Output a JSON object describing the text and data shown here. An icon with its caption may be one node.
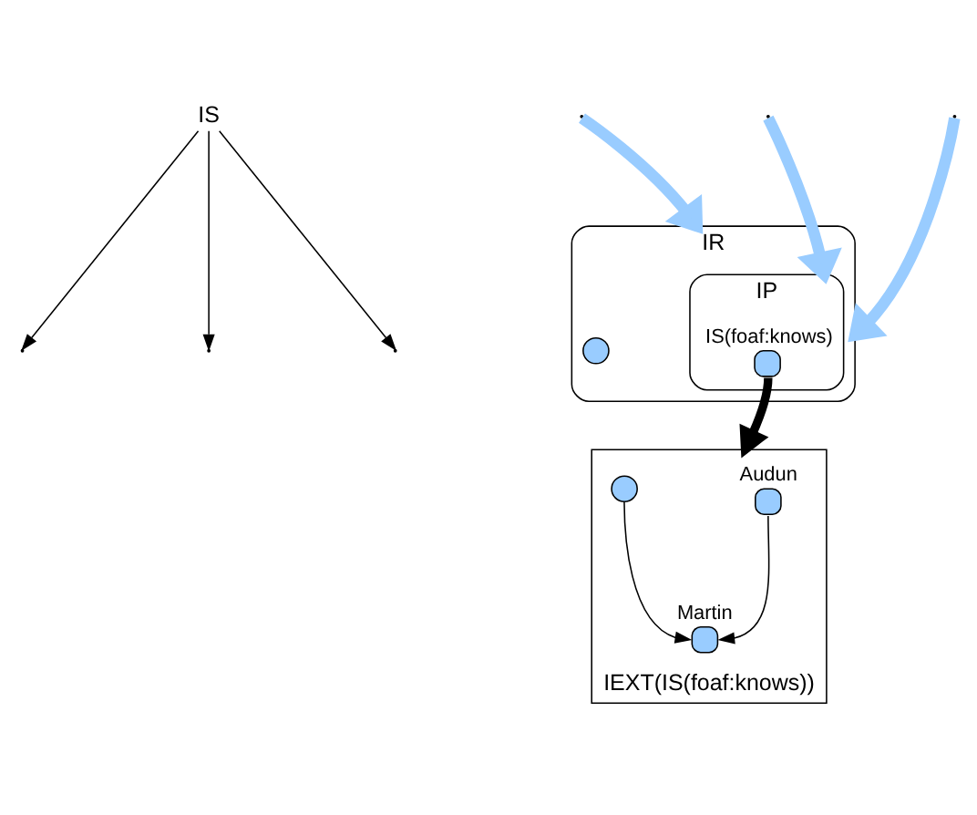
{
  "diagram": {
    "nodes": [
      {
        "text": [
          "IS"
        ]
      },
      {
        "text": [
          "IR"
        ]
      },
      {
        "text": [
          "IP"
        ],
        "in": 1
      },
      {
        "text": [
          "IEXT(IS(foaf:knows))"
        ]
      },
      {
        "text": [],
        "shape": "circle",
        "beside": [
          "Audun"
        ],
        "in": 3
      },
      {
        "text": [],
        "shape": "circle",
        "beside": [
          "Martin"
        ],
        "in": 3
      },
      {
        "text": [],
        "shape": "circle",
        "in": 3
      },
      {
        "text": [],
        "shape": "circle",
        "in": 1
      },
      {
        "text": [],
        "shape": "circle",
        "beside": [
          "IS(foaf:knows)"
        ],
        "in": 2
      }
    ],
    "edges": [
      {
        "from": 0,
        "to": null,
        "arrow": "to",
        "color": "#000000"
      },
      {
        "from": 0,
        "to": null,
        "arrow": "to",
        "color": "#000000"
      },
      {
        "from": 0,
        "to": null,
        "arrow": "to",
        "color": "#000000"
      },
      {
        "from": null,
        "to": 1,
        "arrow": "to",
        "style": "thick",
        "color": "#99ccff"
      },
      {
        "from": null,
        "to": 2,
        "arrow": "to",
        "style": "thick",
        "color": "#99ccff"
      },
      {
        "from": null,
        "to": 1,
        "arrow": "to",
        "style": "thick",
        "color": "#99ccff"
      },
      {
        "from": 4,
        "to": 5,
        "arrow": "to",
        "color": "#000000"
      },
      {
        "from": 6,
        "to": 5,
        "arrow": "to",
        "color": "#000000"
      },
      {
        "from": 8,
        "to": 3,
        "arrow": "to",
        "style": "thick",
        "color": "#000000"
      }
    ]
  }
}
